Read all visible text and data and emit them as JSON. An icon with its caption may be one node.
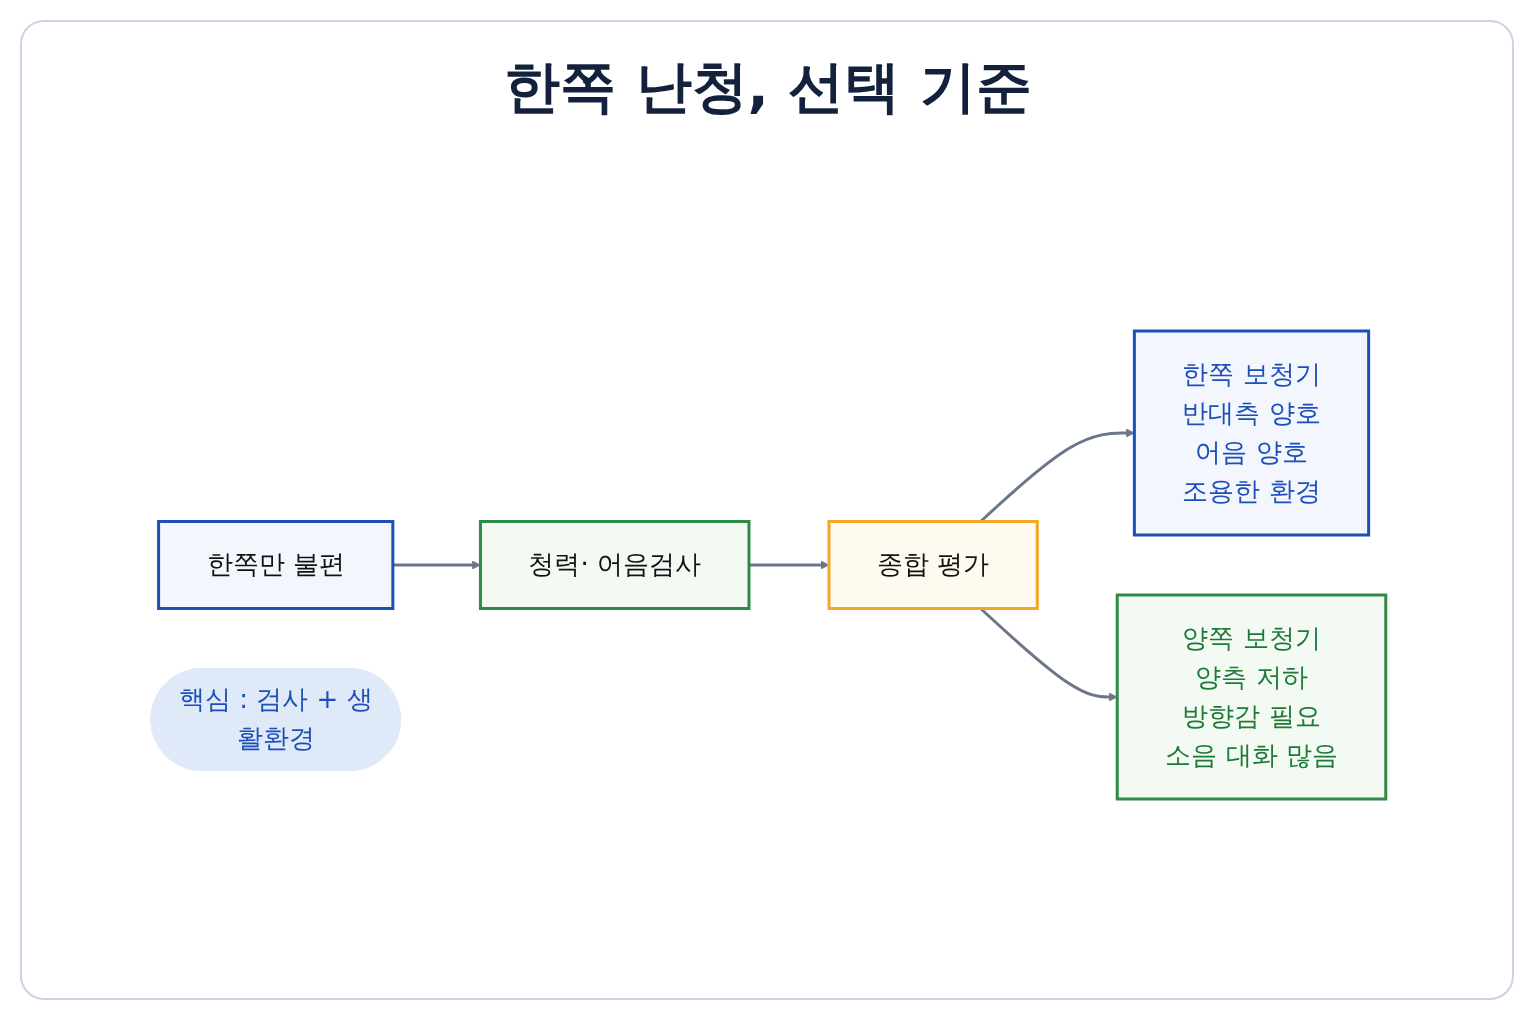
{
  "diagram": {
    "title": "한쪽 난청, 선택 기준",
    "nodes": [
      {
        "text": [
          "한쪽만 불편"
        ]
      },
      {
        "text": [
          "청력· 어음검사"
        ]
      },
      {
        "text": [
          "종합 평가"
        ]
      },
      {
        "text": [
          "한쪽 보청기",
          "반대측 양호",
          "어음 양호",
          "조용한 환경"
        ]
      },
      {
        "text": [
          "양쪽 보청기",
          "양측 저하",
          "방향감 필요",
          "소음 대화 많음"
        ]
      },
      {
        "text": [
          "핵심 : 검사 + 생활환경"
        ]
      }
    ],
    "edges": [
      {
        "from": 0,
        "to": 1,
        "arrow": "to"
      },
      {
        "from": 1,
        "to": 2,
        "arrow": "to"
      },
      {
        "from": 2,
        "to": 3,
        "arrow": "to"
      },
      {
        "from": 2,
        "to": 4,
        "arrow": "to"
      }
    ]
  }
}
